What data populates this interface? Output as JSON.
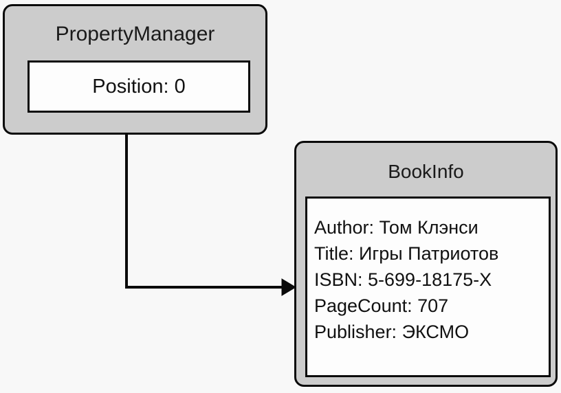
{
  "diagram": {
    "background_color": "#f8f8f8",
    "node_fill_color": "#cccccc",
    "compartment_fill_color": "#fdfdfd",
    "stroke_color": "#0a0a0a",
    "nodes": [
      {
        "id": "property-manager",
        "title": "PropertyManager",
        "properties": [
          "Position: 0"
        ]
      },
      {
        "id": "book-info",
        "title": "BookInfo",
        "properties": [
          "Author: Том Клэнси",
          "Title: Игры Патриотов",
          "ISBN: 5-699-18175-X",
          "PageCount: 707",
          "Publisher: ЭКСМО"
        ]
      }
    ],
    "connector": {
      "from": "property-manager.Position",
      "to": "book-info",
      "style": "orthogonal-arrow",
      "arrow_head": "solid-triangle"
    }
  }
}
